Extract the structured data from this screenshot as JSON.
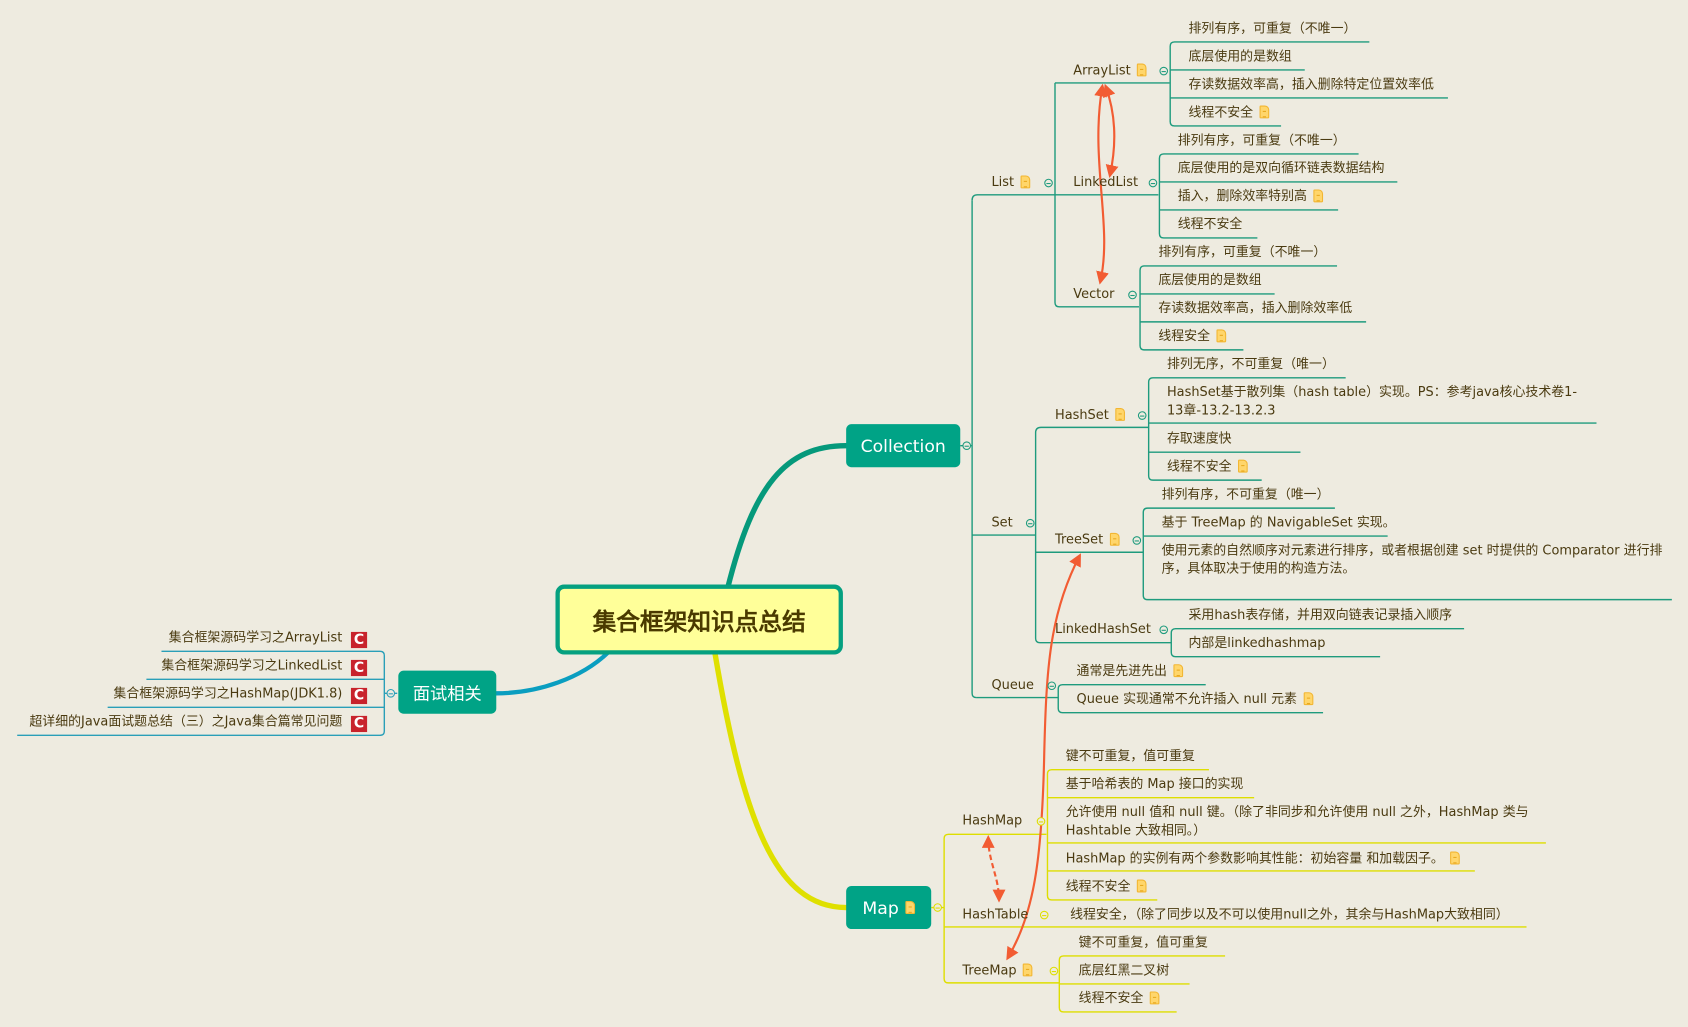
{
  "root": {
    "title": "集合框架知识点总结"
  },
  "collection": {
    "label": "Collection",
    "list": {
      "label": "List",
      "arraylist": {
        "label": "ArrayList",
        "items": [
          "排列有序，可重复（不唯一）",
          "底层使用的是数组",
          "存读数据效率高，插入删除特定位置效率低",
          "线程不安全"
        ]
      },
      "linkedlist": {
        "label": "LinkedList",
        "items": [
          "排列有序，可重复（不唯一）",
          "底层使用的是双向循环链表数据结构",
          "插入，删除效率特别高",
          "线程不安全"
        ]
      },
      "vector": {
        "label": "Vector",
        "items": [
          "排列有序，可重复（不唯一）",
          "底层使用的是数组",
          "存读数据效率高，插入删除效率低",
          "线程安全"
        ]
      }
    },
    "set": {
      "label": "Set",
      "hashset": {
        "label": "HashSet",
        "items": [
          "排列无序，不可重复（唯一）",
          "HashSet基于散列集（hash table）实现。PS：参考java核心技术卷1-13章-13.2-13.2.3",
          "存取速度快",
          "线程不安全"
        ]
      },
      "treeset": {
        "label": "TreeSet",
        "items": [
          "排列有序，不可重复（唯一）",
          "基于 TreeMap 的 NavigableSet 实现。",
          "使用元素的自然顺序对元素进行排序，或者根据创建 set 时提供的 Comparator 进行排序，具体取决于使用的构造方法。"
        ]
      },
      "linkedhashset": {
        "label": "LinkedHashSet",
        "items": [
          "采用hash表存储，并用双向链表记录插入顺序",
          "内部是linkedhashmap"
        ]
      }
    },
    "queue": {
      "label": "Queue",
      "items": [
        "通常是先进先出",
        "Queue 实现通常不允许插入 null 元素"
      ]
    }
  },
  "map": {
    "label": "Map",
    "hashmap": {
      "label": "HashMap",
      "items": [
        "键不可重复，值可重复",
        "基于哈希表的 Map 接口的实现",
        "允许使用 null 值和 null 键。（除了非同步和允许使用 null 之外，HashMap 类与Hashtable 大致相同。）",
        "HashMap 的实例有两个参数影响其性能：初始容量 和加载因子。",
        "线程不安全"
      ]
    },
    "hashtable": {
      "label": "HashTable",
      "items": [
        "线程安全，（除了同步以及不可以使用null之外，其余与HashMap大致相同）"
      ]
    },
    "treemap": {
      "label": "TreeMap",
      "items": [
        "键不可重复，值可重复",
        "底层红黑二叉树",
        "线程不安全"
      ]
    }
  },
  "interview": {
    "label": "面试相关",
    "links": [
      "集合框架源码学习之ArrayList",
      "集合框架源码学习之LinkedList",
      "集合框架源码学习之HashMap(JDK1.8)",
      "超详细的Java面试题总结（三）之Java集合篇常见问题"
    ],
    "link_icon": "C"
  },
  "colors": {
    "teal": "#1e9b7d",
    "yellow": "#dede00",
    "blue": "#2a9fb8",
    "relation": "#f25c33",
    "topic": "#00a386",
    "root_fill": "#ffff99"
  }
}
